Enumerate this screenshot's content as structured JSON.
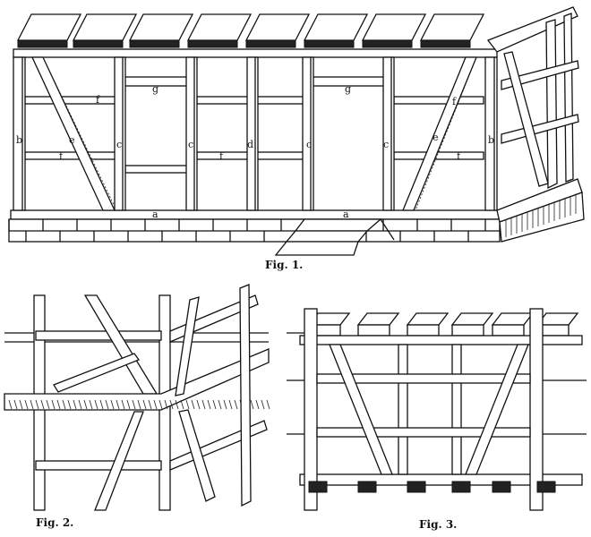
{
  "figures": [
    {
      "caption": "Fig. 1.",
      "labels": {
        "a": "a",
        "b": "b",
        "c": "c",
        "d": "d",
        "e": "e",
        "f": "f",
        "g": "g"
      }
    },
    {
      "caption": "Fig. 2."
    },
    {
      "caption": "Fig. 3."
    }
  ],
  "colors": {
    "ink": "#111111",
    "paper": "#ffffff"
  }
}
